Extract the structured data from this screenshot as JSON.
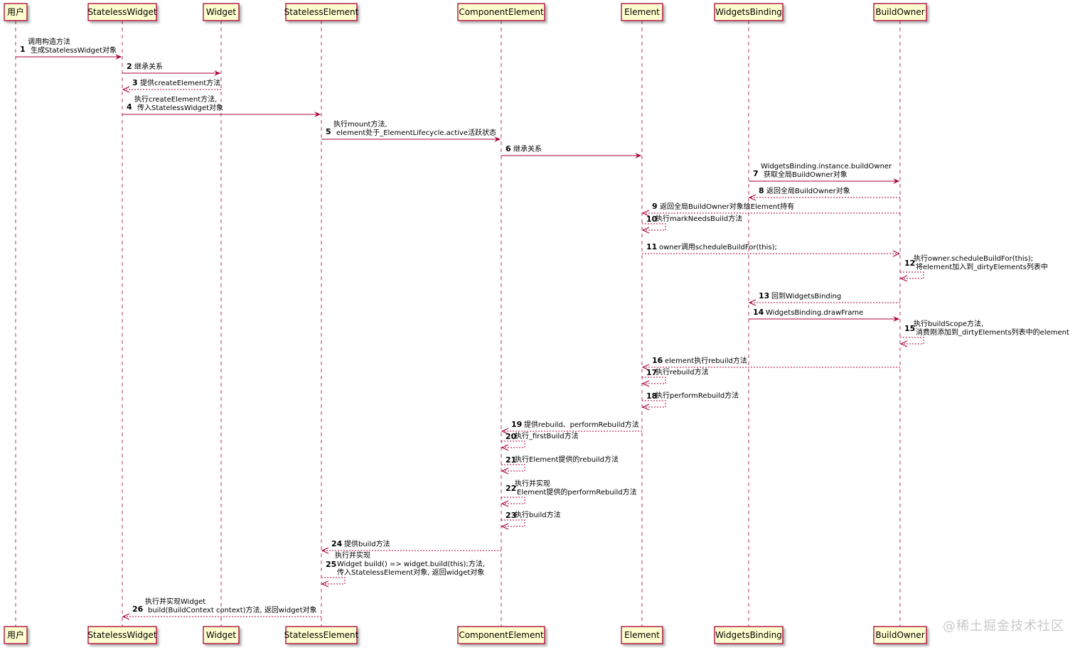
{
  "participants": [
    "用户",
    "StatelessWidget",
    "Widget",
    "StatelessElement",
    "ComponentElement",
    "Element",
    "WidgetsBinding",
    "BuildOwner"
  ],
  "messages": [
    {
      "num": "1",
      "from": 0,
      "to": 1,
      "kind": "solid",
      "lines": [
        "调用构造方法",
        "生成StatelessWidget对象"
      ]
    },
    {
      "num": "2",
      "from": 1,
      "to": 2,
      "kind": "solid",
      "lines": [
        "继承关系"
      ]
    },
    {
      "num": "3",
      "from": 2,
      "to": 1,
      "kind": "dashed",
      "lines": [
        "提供createElement方法"
      ]
    },
    {
      "num": "4",
      "from": 1,
      "to": 3,
      "kind": "solid",
      "lines": [
        "执行createElement方法,",
        "传入StatelessWidget对象"
      ]
    },
    {
      "num": "5",
      "from": 3,
      "to": 4,
      "kind": "solid",
      "lines": [
        "执行mount方法,",
        "element处于_ElementLifecycle.active活跃状态"
      ]
    },
    {
      "num": "6",
      "from": 4,
      "to": 5,
      "kind": "solid",
      "lines": [
        "继承关系"
      ]
    },
    {
      "num": "7",
      "from": 6,
      "to": 7,
      "kind": "solid",
      "lines": [
        "WidgetsBinding.instance.buildOwner",
        "获取全局BuildOwner对象"
      ]
    },
    {
      "num": "8",
      "from": 7,
      "to": 6,
      "kind": "dashed",
      "lines": [
        "返回全局BuildOwner对象"
      ]
    },
    {
      "num": "9",
      "from": 7,
      "to": 5,
      "kind": "dashed",
      "lines": [
        "返回全局BuildOwner对象给Element持有"
      ]
    },
    {
      "num": "10",
      "from": 5,
      "to": 5,
      "kind": "self",
      "lines": [
        "执行markNeedsBuild方法"
      ]
    },
    {
      "num": "11",
      "from": 5,
      "to": 7,
      "kind": "dashed",
      "lines": [
        "owner调用scheduleBuildFor(this);"
      ]
    },
    {
      "num": "12",
      "from": 7,
      "to": 7,
      "kind": "self",
      "lines": [
        "执行owner.scheduleBuildFor(this);",
        "将element加入到_dirtyElements列表中"
      ]
    },
    {
      "num": "13",
      "from": 7,
      "to": 6,
      "kind": "dashed",
      "lines": [
        "回到WidgetsBinding"
      ]
    },
    {
      "num": "14",
      "from": 6,
      "to": 7,
      "kind": "solid",
      "lines": [
        "WidgetsBinding.drawFrame"
      ]
    },
    {
      "num": "15",
      "from": 7,
      "to": 7,
      "kind": "self",
      "lines": [
        "执行buildScope方法,",
        "消费刚添加到_dirtyElements列表中的element"
      ]
    },
    {
      "num": "16",
      "from": 7,
      "to": 5,
      "kind": "dashed",
      "lines": [
        "element执行rebuild方法"
      ]
    },
    {
      "num": "17",
      "from": 5,
      "to": 5,
      "kind": "self",
      "lines": [
        "执行rebuild方法"
      ]
    },
    {
      "num": "18",
      "from": 5,
      "to": 5,
      "kind": "self",
      "lines": [
        "执行performRebuild方法"
      ]
    },
    {
      "num": "19",
      "from": 5,
      "to": 4,
      "kind": "dashed",
      "lines": [
        "提供rebuild、performRebuild方法"
      ]
    },
    {
      "num": "20",
      "from": 4,
      "to": 4,
      "kind": "self",
      "lines": [
        "执行_firstBuild方法"
      ]
    },
    {
      "num": "21",
      "from": 4,
      "to": 4,
      "kind": "self",
      "lines": [
        "执行Element提供的rebuild方法"
      ]
    },
    {
      "num": "22",
      "from": 4,
      "to": 4,
      "kind": "self",
      "lines": [
        "执行并实现",
        "Element提供的performRebuild方法"
      ]
    },
    {
      "num": "23",
      "from": 4,
      "to": 4,
      "kind": "self",
      "lines": [
        "执行build方法"
      ]
    },
    {
      "num": "24",
      "from": 4,
      "to": 3,
      "kind": "dashed",
      "lines": [
        "提供build方法"
      ]
    },
    {
      "num": "25",
      "from": 3,
      "to": 3,
      "kind": "self",
      "lines": [
        "执行并实现",
        "Widget build() => widget.build(this);方法,",
        "传入StatelessElement对象, 返回widget对象"
      ]
    },
    {
      "num": "26",
      "from": 3,
      "to": 1,
      "kind": "dashed",
      "lines": [
        "执行并实现Widget",
        "build(BuildContext context)方法, 返回widget对象"
      ]
    }
  ],
  "watermark": "@稀土掘金技术社区",
  "colors": {
    "box_fill": "#fefece",
    "box_border": "#a80036",
    "arrow": "#a80036",
    "text": "#000000"
  }
}
